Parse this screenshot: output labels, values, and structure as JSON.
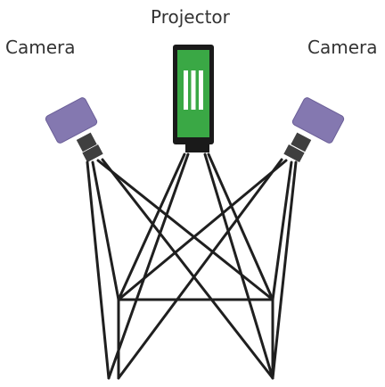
{
  "labels": {
    "projector": "Projector",
    "camera_left": "Camera",
    "camera_right": "Camera"
  },
  "colors": {
    "projector_body": "#1a1a1a",
    "projector_screen": "#3aa845",
    "projector_stripes": "#ffffff",
    "camera_body": "#8478b0",
    "camera_body_edge": "#6b5f98",
    "camera_lens": "#3f3f3f",
    "rays": "#1f1f1f"
  },
  "icons": {
    "projector": "projector-icon",
    "camera_left": "camera-icon",
    "camera_right": "camera-icon"
  }
}
